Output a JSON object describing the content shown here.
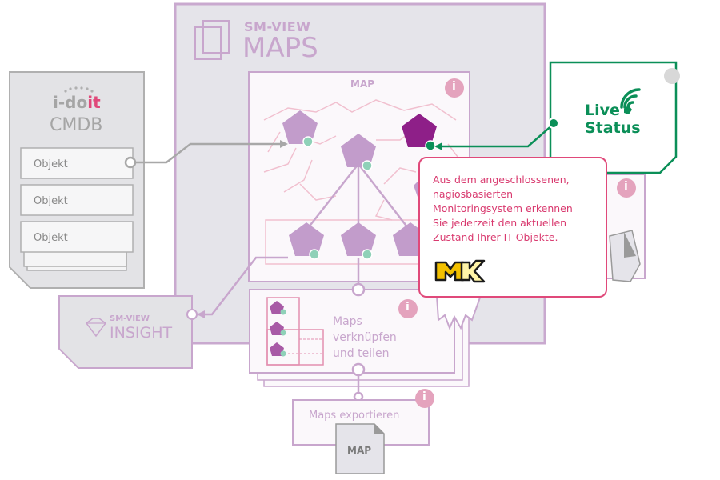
{
  "cmdb": {
    "brand_i": "i-do",
    "brand_it": "it",
    "title": "CMDB",
    "objects": [
      "Objekt",
      "Objekt",
      "Objekt"
    ]
  },
  "maps_panel": {
    "prefix": "SM-VIEW",
    "title": "MAPS"
  },
  "map_box": {
    "label": "MAP"
  },
  "live_status": {
    "line1": "Live",
    "line2": "Status"
  },
  "insight": {
    "prefix": "SM-VIEW",
    "title": "INSIGHT"
  },
  "link_share": {
    "line1": "Maps",
    "line2": "verknüpfen",
    "line3": "und teilen"
  },
  "export": {
    "label": "Maps exportieren",
    "doc_label": "MAP"
  },
  "tooltip": {
    "text": "Aus dem angeschlossenen, nagiosbasierten Monitoringsystem erkennen Sie jederzeit den aktuellen Zustand Ihrer IT-Objekte.",
    "lines": [
      "Aus dem angeschlossenen,",
      "nagiosbasierten",
      "Monitoringsystem erkennen",
      "Sie jederzeit den aktuellen",
      "Zustand Ihrer IT-Objekte."
    ],
    "logo": "MK"
  },
  "info_icon_glyph": "i",
  "colors": {
    "purple": "#bf93c4",
    "dark_purple": "#8e1f88",
    "teal": "#8fd1b8",
    "green": "#0b8f58",
    "pink": "#e0497a",
    "grey": "#9a9a9a"
  }
}
